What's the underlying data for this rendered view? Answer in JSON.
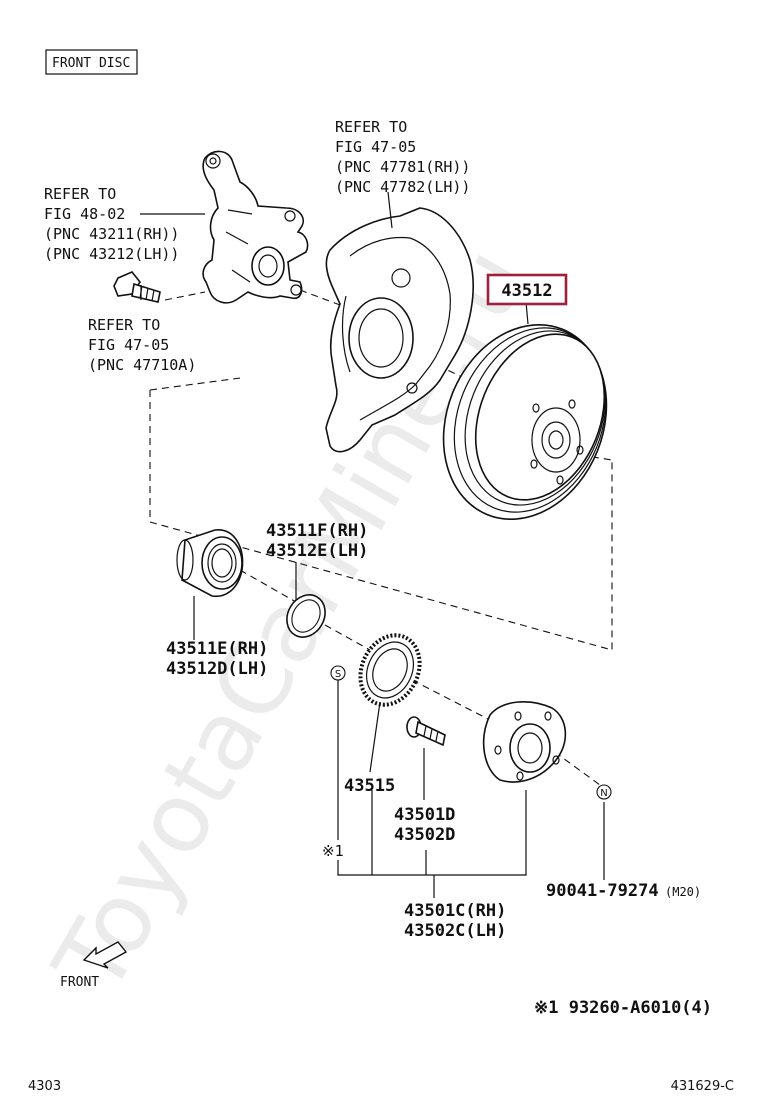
{
  "title": "FRONT DISC",
  "watermark": "ToyotaCarMine.ru",
  "highlight_color": "#a0203a",
  "refs": {
    "knuckle": [
      "REFER TO",
      "FIG 48-02",
      "(PNC 43211(RH))",
      "(PNC 43212(LH))"
    ],
    "shield": [
      "REFER TO",
      "FIG 47-05",
      "(PNC 47781(RH))",
      "(PNC 47782(LH))"
    ],
    "bolt": [
      "REFER TO",
      "FIG 47-05",
      "(PNC 47710A)"
    ]
  },
  "parts": {
    "rotor": "43512",
    "snap_ring": [
      "43511F(RH)",
      "43512E(LH)"
    ],
    "bearing": [
      "43511E(RH)",
      "43512D(LH)"
    ],
    "sensor_rotor": "43515",
    "hub_bolt": [
      "43501D",
      "43502D"
    ],
    "hub": [
      "43501C(RH)",
      "43502C(LH)"
    ],
    "nut": "90041-79274",
    "nut_size": "(M20)",
    "mark_s": "S",
    "mark_n": "N",
    "note_ref": "※1"
  },
  "front_label": "FRONT",
  "footnote": "※1 93260-A6010(4)",
  "page_left": "4303",
  "page_right": "431629-C"
}
